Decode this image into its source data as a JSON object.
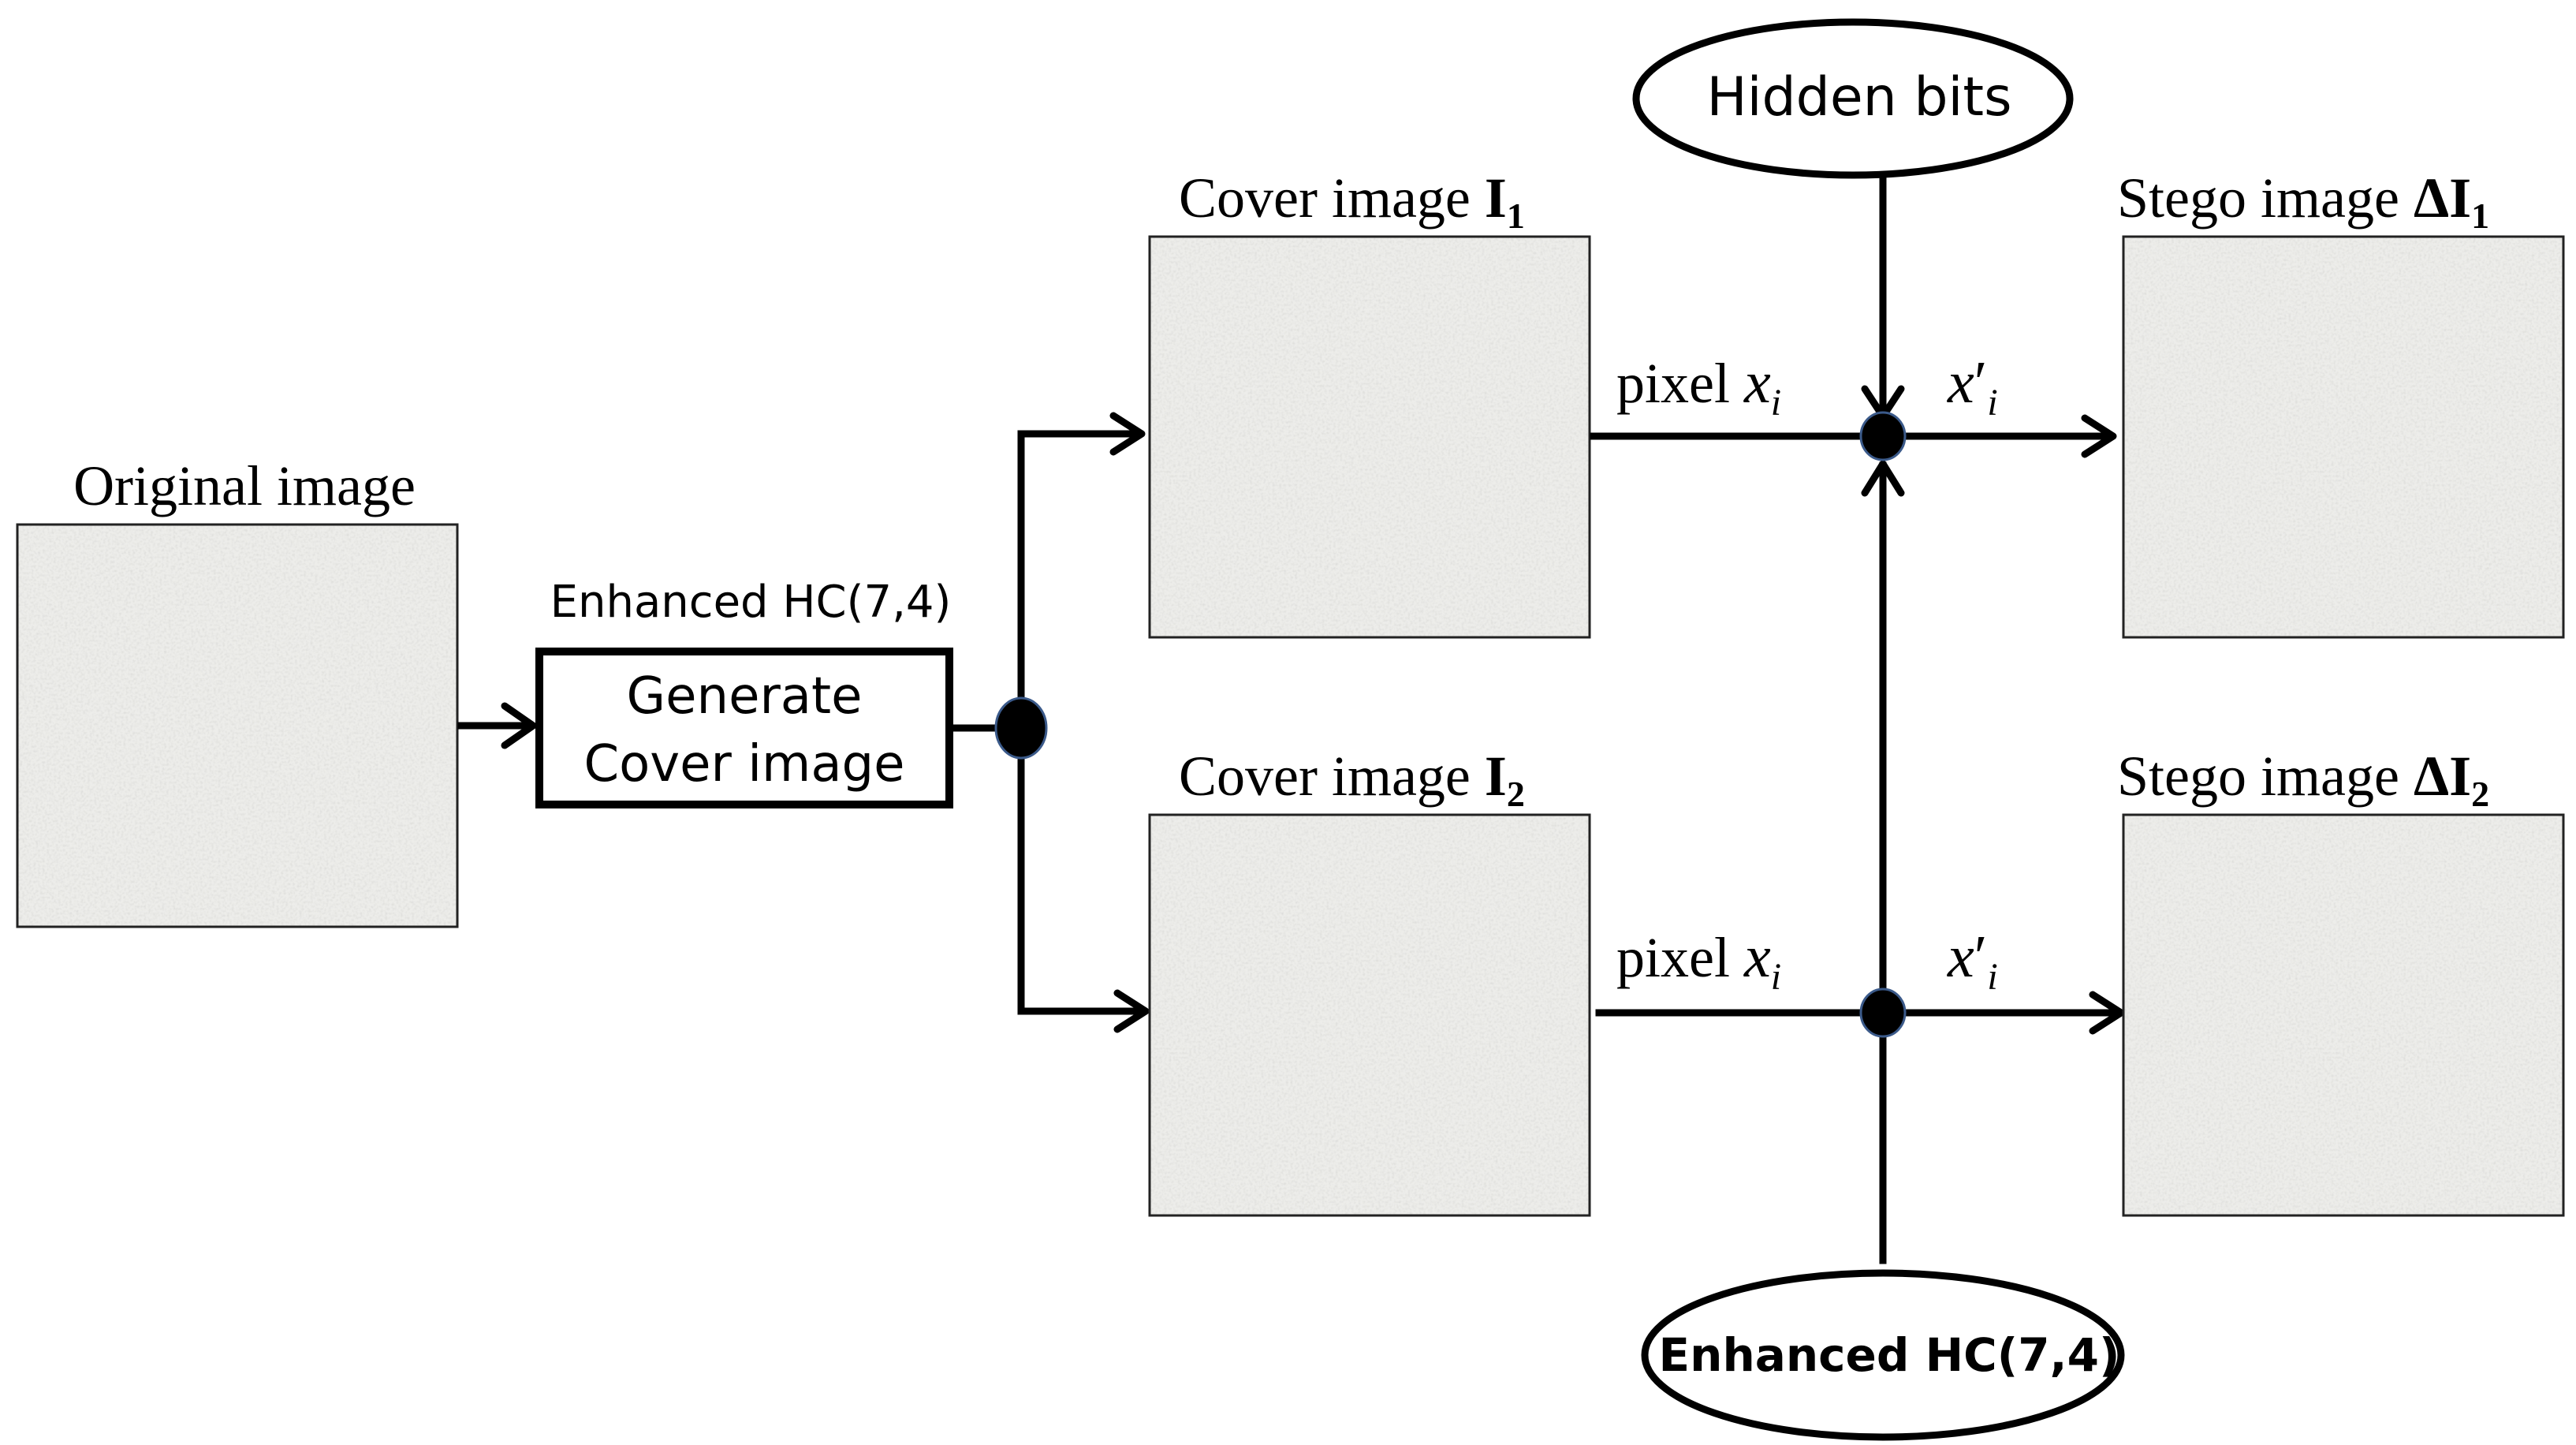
{
  "labels": {
    "original_image": "Original image",
    "enhanced_hc_label": "Enhanced HC(7,4)",
    "generate_line1": "Generate",
    "generate_line2": "Cover image",
    "cover_image_prefix": "Cover image ",
    "cover1_bold": "I",
    "cover1_sub": "1",
    "cover2_bold": "I",
    "cover2_sub": "2",
    "stego_prefix": "Stego image ",
    "stego_delta": "Δ",
    "stego1_bold": "I",
    "stego1_sub": "1",
    "stego2_bold": "I",
    "stego2_sub": "2",
    "hidden_bits": "Hidden bits",
    "enhanced_hc_bottom": "Enhanced HC(7,4)",
    "pixel_word": "pixel ",
    "pixel_var": "x",
    "pixel_sub": "i",
    "out_var": "x",
    "out_prime": "′",
    "out_sub": "i"
  },
  "colors": {
    "line": "#000000",
    "image_texture_base": "#ededea",
    "junction_outline": "#3b5a8a"
  }
}
